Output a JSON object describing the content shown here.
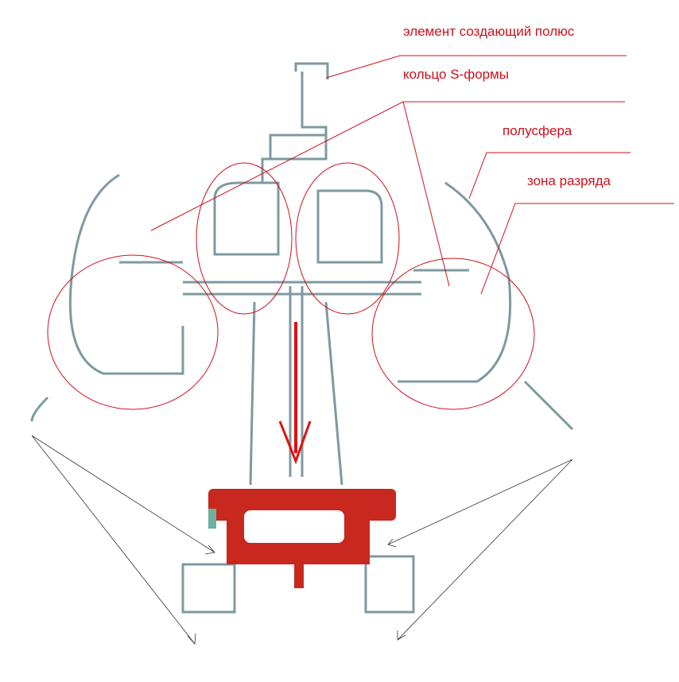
{
  "labels": {
    "pole_element": "элемент создающий полюс",
    "s_ring": "кольцо S-формы",
    "hemisphere": "полусфера",
    "discharge_zone": "зона разряда"
  },
  "colors": {
    "annotation": "#d0101a",
    "sketch": "#6a8a90",
    "highlight": "#c8281e"
  }
}
